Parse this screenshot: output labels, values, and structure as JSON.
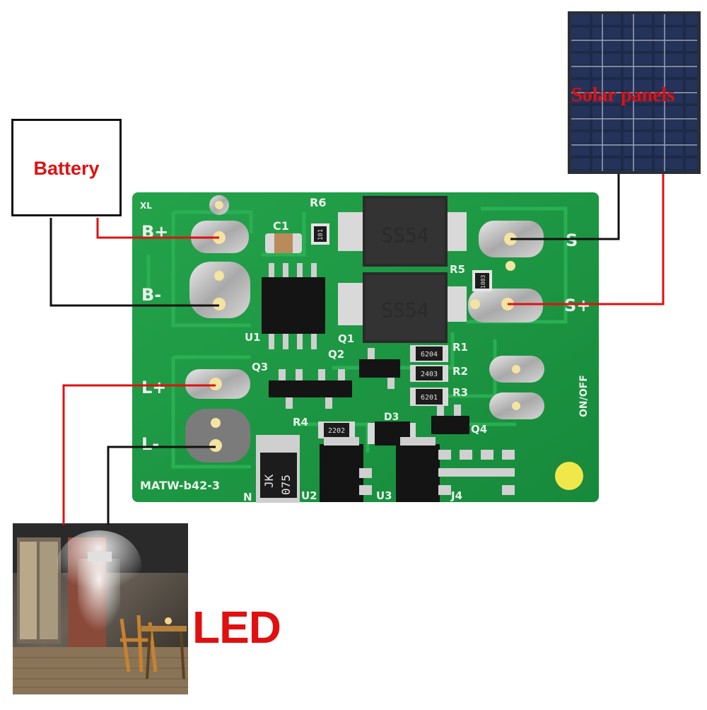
{
  "labels": {
    "battery": "Battery",
    "solar": "Solar panels",
    "led": "LED"
  },
  "board": {
    "silkscreen": {
      "xl": "XL",
      "r6": "R6",
      "c1": "C1",
      "b_plus": "B+",
      "b_minus": "B-",
      "s_plus_top": "S",
      "s_plus": "S+",
      "l_plus": "L+",
      "l_minus": "L-",
      "u1": "U1",
      "q1": "Q1",
      "q2": "Q2",
      "q3": "Q3",
      "q4": "Q4",
      "r1": "R1",
      "r2": "R2",
      "r3": "R3",
      "r4": "R4",
      "r5": "R5",
      "d3": "D3",
      "u2": "U2",
      "u3": "U3",
      "j4": "J4",
      "n": "N",
      "on_off": "ON/OFF",
      "model": "MATW-b42-3"
    },
    "components": {
      "diode1": "SS54",
      "diode2": "SS54",
      "res_top": "101",
      "res_r5": "1003",
      "res_r1": "6204",
      "res_r2": "2403",
      "res_r3": "6201",
      "res_r4": "2202",
      "inductor_line1": "JK",
      "inductor_line2": "075"
    }
  },
  "colors": {
    "board_green": "#1f9a45",
    "wire_red": "#e01010",
    "wire_black": "#111111",
    "label_red": "#e01010"
  }
}
